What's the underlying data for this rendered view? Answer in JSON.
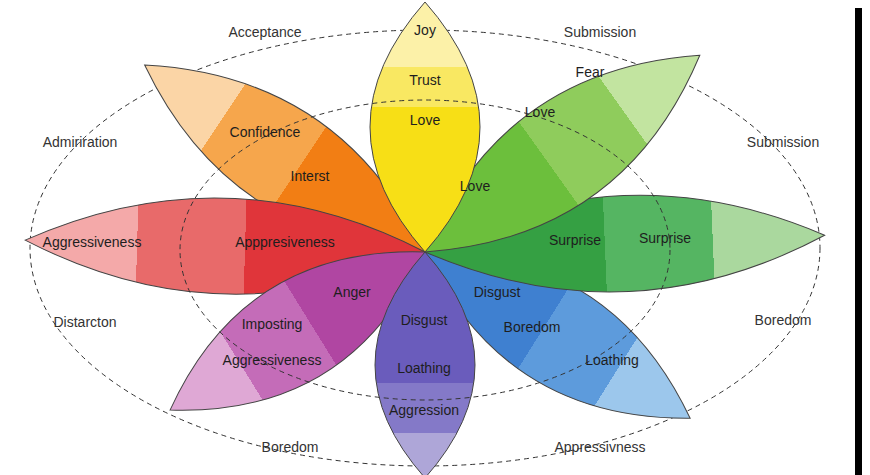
{
  "diagram": {
    "nodes": [
      {
        "text": [
          "Joy",
          "Trust",
          "Love"
        ]
      },
      {
        "text": [
          "Fear",
          "Love"
        ]
      },
      {
        "text": [
          "Love",
          "Surprise",
          "Surprise"
        ]
      },
      {
        "text": [
          "Disgust",
          "Boredom",
          "Loathing"
        ]
      },
      {
        "text": [
          "Disgust",
          "Loathing",
          "Aggression"
        ]
      },
      {
        "text": [
          "Anger",
          "Imposting",
          "Aggressiveness"
        ]
      },
      {
        "text": [
          "Apppresiveness",
          "Aggressiveness"
        ]
      },
      {
        "text": [
          "Confidence",
          "Interst"
        ]
      }
    ],
    "labels": [
      "Acceptance",
      "Submission",
      "Admiriration",
      "Submission",
      "Distarcton",
      "Boredom",
      "Boredom",
      "Appressivness"
    ]
  }
}
